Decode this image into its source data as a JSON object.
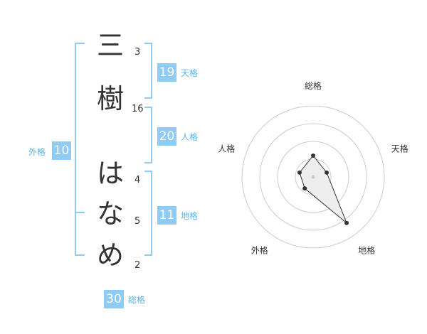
{
  "name": {
    "chars": [
      {
        "char": "三",
        "strokes": "3"
      },
      {
        "char": "樹",
        "strokes": "16"
      },
      {
        "char": "は",
        "strokes": "4"
      },
      {
        "char": "な",
        "strokes": "5"
      },
      {
        "char": "め",
        "strokes": "2"
      }
    ]
  },
  "fortunes": {
    "tenkaku": {
      "value": "19",
      "label": "天格"
    },
    "jinkaku": {
      "value": "20",
      "label": "人格"
    },
    "chikaku": {
      "value": "11",
      "label": "地格"
    },
    "gaikaku": {
      "value": "10",
      "label": "外格"
    },
    "soukaku": {
      "value": "30",
      "label": "総格"
    }
  },
  "chart_data": {
    "type": "radar",
    "axes": [
      "総格",
      "天格",
      "地格",
      "外格",
      "人格"
    ],
    "values": [
      1.5,
      1,
      4,
      1,
      1
    ],
    "max": 5,
    "rings": 4,
    "colors": {
      "ring": "#cccccc",
      "fill": "#eeeeee",
      "line": "#333333",
      "point": "#333333"
    }
  }
}
